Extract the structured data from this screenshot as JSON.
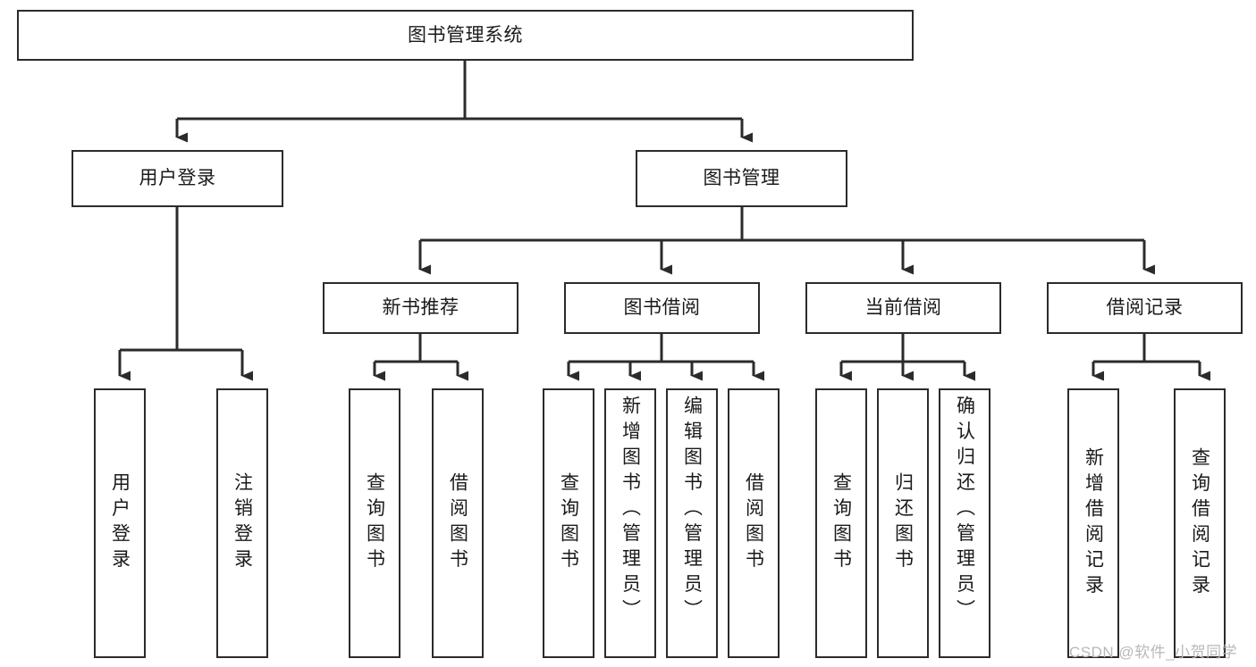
{
  "diagram": {
    "type": "hierarchy-tree",
    "title": "图书管理系统",
    "watermark": "CSDN @软件_小贺同学",
    "colors": {
      "stroke": "#2b2b2b",
      "fill": "#ffffff",
      "text": "#1a1a1a",
      "watermark": "#b8b8b8"
    },
    "nodes": {
      "root": {
        "label": "图书管理系统"
      },
      "level2": [
        {
          "label": "用户登录"
        },
        {
          "label": "图书管理"
        }
      ],
      "level3": [
        {
          "label": "新书推荐"
        },
        {
          "label": "图书借阅"
        },
        {
          "label": "当前借阅"
        },
        {
          "label": "借阅记录"
        }
      ],
      "leaves_user_login": [
        {
          "label": "用户登录"
        },
        {
          "label": "注销登录"
        }
      ],
      "leaves_new_book": [
        {
          "label": "查询图书"
        },
        {
          "label": "借阅图书"
        }
      ],
      "leaves_borrow": [
        {
          "label": "查询图书"
        },
        {
          "label": "新增图书（管理员）"
        },
        {
          "label": "编辑图书（管理员）"
        },
        {
          "label": "借阅图书"
        }
      ],
      "leaves_current": [
        {
          "label": "查询图书"
        },
        {
          "label": "归还图书"
        },
        {
          "label": "确认归还（管理员）"
        }
      ],
      "leaves_records": [
        {
          "label": "新增借阅记录"
        },
        {
          "label": "查询借阅记录"
        }
      ]
    }
  }
}
